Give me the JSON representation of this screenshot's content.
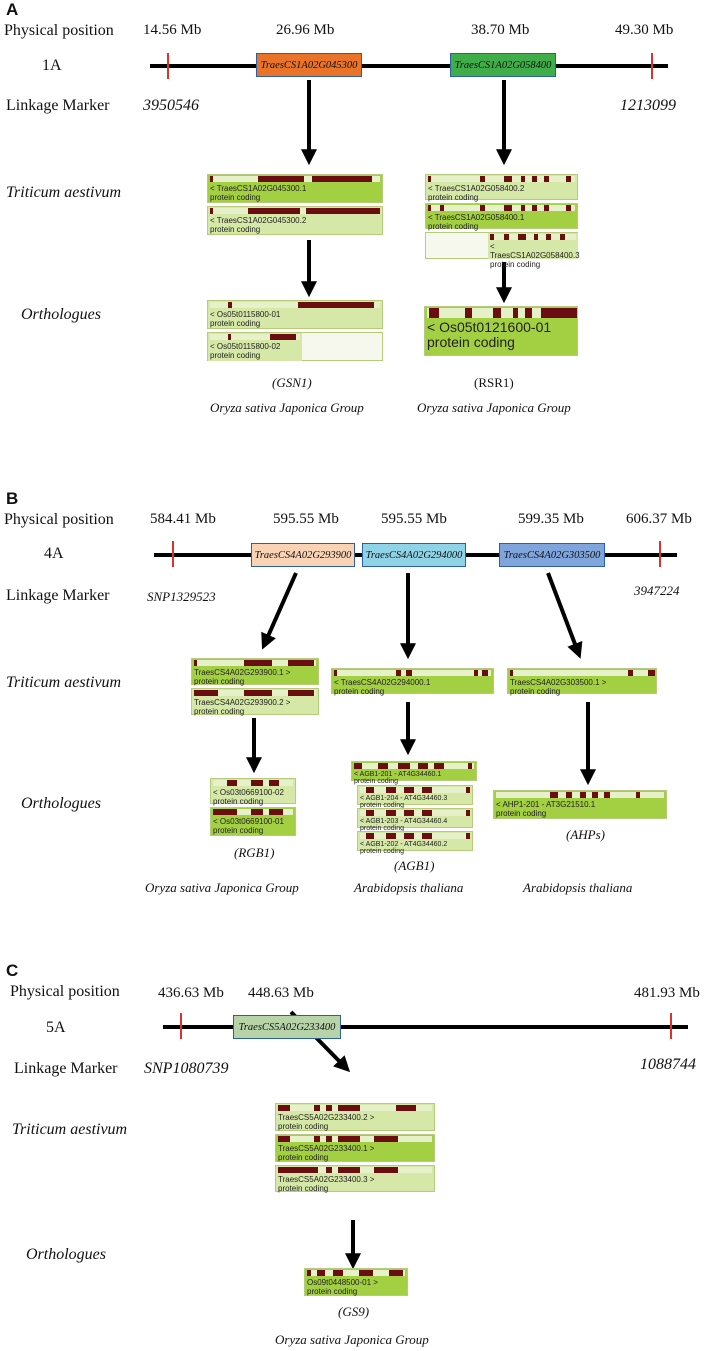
{
  "panels": {
    "A": {
      "letter": "A",
      "physical_label": "Physical position",
      "chromosome": "1A",
      "linkage_label": "Linkage Marker",
      "triticum_label": "Triticum aestivum",
      "orthologues_label": "Orthologues",
      "positions": [
        "14.56 Mb",
        "26.96 Mb",
        "38.70 Mb",
        "49.30 Mb"
      ],
      "markers": [
        "3950546",
        "1213099"
      ],
      "genes": [
        {
          "id": "TraesCS1A02G045300",
          "color": "#e97328"
        },
        {
          "id": "TraesCS1A02G058400",
          "color": "#3fae49"
        }
      ],
      "transcripts_left": [
        {
          "line1": "< TraesCS1A02G045300.1",
          "line2": "protein coding"
        },
        {
          "line1": "< TraesCS1A02G045300.2",
          "line2": "protein coding"
        }
      ],
      "transcripts_right": [
        {
          "line1": "< TraesCS1A02G058400.2",
          "line2": "protein coding"
        },
        {
          "line1": "< TraesCS1A02G058400.1",
          "line2": "protein coding"
        },
        {
          "line1": "< TraesCS1A02G058400.3",
          "line2": "protein coding"
        }
      ],
      "orth_left": [
        {
          "line1": "< Os05t0115800-01",
          "line2": "protein coding"
        },
        {
          "line1": "< Os05t0115800-02",
          "line2": "protein coding"
        }
      ],
      "orth_right": [
        {
          "line1": "< Os05t0121600-01",
          "line2": "protein coding"
        }
      ],
      "gene_names": [
        "(GSN1)",
        "(RSR1)"
      ],
      "species": [
        "Oryza sativa Japonica Group",
        "Oryza sativa Japonica Group"
      ]
    },
    "B": {
      "letter": "B",
      "physical_label": "Physical position",
      "chromosome": "4A",
      "linkage_label": "Linkage Marker",
      "triticum_label": "Triticum aestivum",
      "orthologues_label": "Orthologues",
      "positions": [
        "584.41 Mb",
        "595.55 Mb",
        "595.55 Mb",
        "599.35 Mb",
        "606.37 Mb"
      ],
      "markers": [
        "SNP1329523",
        "3947224"
      ],
      "genes": [
        {
          "id": "TraesCS4A02G293900",
          "color": "#f9d3b4"
        },
        {
          "id": "TraesCS4A02G294000",
          "color": "#8fd3e6"
        },
        {
          "id": "TraesCS4A02G303500",
          "color": "#7fa5dc"
        }
      ],
      "transcripts_1": [
        {
          "line1": "TraesCS4A02G293900.1 >",
          "line2": "protein coding"
        },
        {
          "line1": "TraesCS4A02G293900.2 >",
          "line2": "protein coding"
        }
      ],
      "transcripts_2": [
        {
          "line1": "< TraesCS4A02G294000.1",
          "line2": "protein coding"
        }
      ],
      "transcripts_3": [
        {
          "line1": "TraesCS4A02G303500.1 >",
          "line2": "protein coding"
        }
      ],
      "orth_1": [
        {
          "line1": "< Os03t0669100-02",
          "line2": "protein coding"
        },
        {
          "line1": "< Os03t0669100-01",
          "line2": "protein coding"
        }
      ],
      "orth_2": [
        {
          "line1": "< AGB1-201 - AT4G34460.1",
          "line2": "protein coding"
        },
        {
          "line1": "< AGB1-204 - AT4G34460.3",
          "line2": "protein coding"
        },
        {
          "line1": "< AGB1-203 - AT4G34460.4",
          "line2": "protein coding"
        },
        {
          "line1": "< AGB1-202 - AT4G34460.2",
          "line2": "protein coding"
        }
      ],
      "orth_3": [
        {
          "line1": "< AHP1-201 - AT3G21510.1",
          "line2": "protein coding"
        }
      ],
      "gene_names": [
        "(RGB1)",
        "(AGB1)",
        "(AHPs)"
      ],
      "species": [
        "Oryza sativa Japonica Group",
        "Arabidopsis thaliana",
        "Arabidopsis thaliana"
      ]
    },
    "C": {
      "letter": "C",
      "physical_label": "Physical position",
      "chromosome": "5A",
      "linkage_label": "Linkage Marker",
      "triticum_label": "Triticum aestivum",
      "orthologues_label": "Orthologues",
      "positions": [
        "436.63 Mb",
        "448.63 Mb",
        "481.93 Mb"
      ],
      "markers": [
        "SNP1080739",
        "1088744"
      ],
      "genes": [
        {
          "id": "TraesCS5A02G233400",
          "color": "#b7d3a8"
        }
      ],
      "transcripts": [
        {
          "line1": "TraesCS5A02G233400.2 >",
          "line2": "protein coding"
        },
        {
          "line1": "TraesCS5A02G233400.1 >",
          "line2": "protein coding"
        },
        {
          "line1": "TraesCS5A02G233400.3 >",
          "line2": "protein coding"
        }
      ],
      "orth": [
        {
          "line1": "Os09t0448500-01 >",
          "line2": "protein coding"
        }
      ],
      "gene_names": [
        "(GS9)"
      ],
      "species": [
        "Oryza sativa Japonica Group"
      ]
    }
  }
}
